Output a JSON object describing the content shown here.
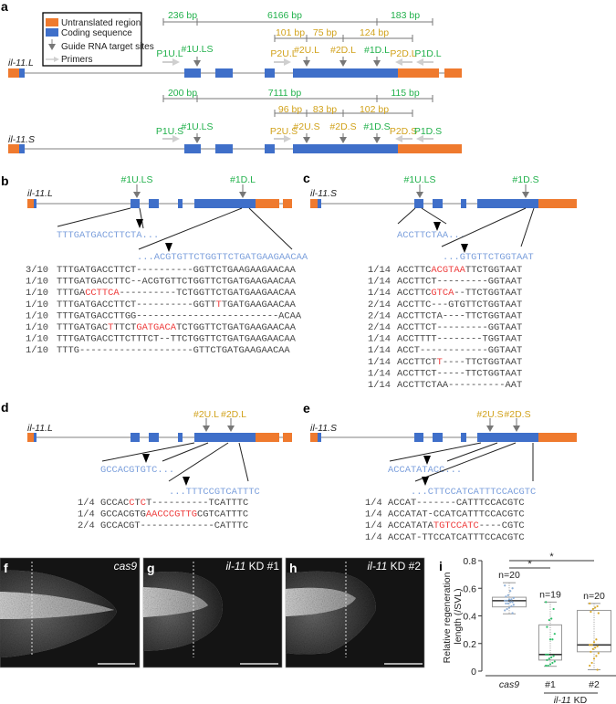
{
  "colors": {
    "utr": "#ef7a2e",
    "cds": "#3f6fc9",
    "guide_green": "#22b14c",
    "guide_gold": "#d1a21c",
    "query_blue": "#7b9fdc",
    "mutation_red": "#ee3b3b",
    "arrow": "#888888",
    "primer": "#cfcfcf"
  },
  "panel_a": {
    "label": "a",
    "legend": {
      "utr": "Untranslated region",
      "cds": "Coding sequence",
      "guide": "Guide RNA target sites",
      "primers": "Primers"
    },
    "L": {
      "gene": "il-11.L",
      "bp_outer": [
        "236 bp",
        "6166 bp",
        "183 bp"
      ],
      "bp_inner": [
        "101 bp",
        "75 bp",
        "124 bp"
      ],
      "sites": [
        "P1U.L",
        "#1U.LS",
        "P2U.L",
        "#2U.L",
        "#2D.L",
        "#1D.L",
        "P2D.L",
        "P1D.L"
      ]
    },
    "S": {
      "gene": "il-11.S",
      "bp_outer": [
        "200 bp",
        "7111 bp",
        "115 bp"
      ],
      "bp_inner": [
        "96 bp",
        "83 bp",
        "102 bp"
      ],
      "sites": [
        "P1U.S",
        "#1U.LS",
        "P2U.S",
        "#2U.S",
        "#2D.S",
        "#1D.S",
        "P2D.S",
        "P1D.S"
      ]
    }
  },
  "panel_b": {
    "label": "b",
    "gene": "il-11.L",
    "guides": [
      "#1U.LS",
      "#1D.L"
    ],
    "query1": "TTTGATGACCTTCTA...",
    "query2": "...ACGTGTTCTGGTTCTGATGAAGAACAA",
    "rows": [
      {
        "count": "3/10",
        "seq": [
          [
            "TTTGATGACCTTCT----------GGTTCTGAAGAAGAACAA",
            0
          ]
        ]
      },
      {
        "count": "1/10",
        "seq": [
          [
            "TTTGATGACCTTC--ACGTGTTCTGGTTCTGATGAAGAACAA",
            0
          ]
        ]
      },
      {
        "count": "1/10",
        "seq": [
          [
            "TTTGA",
            0
          ],
          [
            "CCTTCA",
            1
          ],
          [
            "----------TCTGGTTCTGATGAAGAACAA",
            0
          ]
        ]
      },
      {
        "count": "1/10",
        "seq": [
          [
            "TTTGATGACCTTCT----------GGTT",
            0
          ],
          [
            "T",
            1
          ],
          [
            "TGATGAAGAACAA",
            0
          ]
        ]
      },
      {
        "count": "1/10",
        "seq": [
          [
            "TTTGATGACCTTGG-------------------------ACAA",
            0
          ]
        ]
      },
      {
        "count": "1/10",
        "seq": [
          [
            "TTTGATGAC",
            0
          ],
          [
            "T",
            1
          ],
          [
            "TTCT",
            0
          ],
          [
            "GATGACA",
            1
          ],
          [
            "TCTGGTTCTGATGAAGAACAA",
            0
          ]
        ]
      },
      {
        "count": "1/10",
        "seq": [
          [
            "TTTGATGACCTTCTTTCT--TTCTGGTTCTGATGAAGAACAA",
            0
          ]
        ]
      },
      {
        "count": "1/10",
        "seq": [
          [
            "TTTG--------------------GTTCTGATGAAGAACAA",
            0
          ]
        ]
      }
    ]
  },
  "panel_c": {
    "label": "c",
    "gene": "il-11.S",
    "guides": [
      "#1U.LS",
      "#1D.S"
    ],
    "query1": "ACCTTCTAA...",
    "query2": "...GTGTTCTGGTAAT",
    "rows": [
      {
        "count": "1/14",
        "seq": [
          [
            "ACCTTC",
            0
          ],
          [
            "ACGTAA",
            1
          ],
          [
            "TTCTGGTAAT",
            0
          ]
        ]
      },
      {
        "count": "1/14",
        "seq": [
          [
            "ACCTTCT---------GGTAAT",
            0
          ]
        ]
      },
      {
        "count": "1/14",
        "seq": [
          [
            "ACCTTC",
            0
          ],
          [
            "GTCA",
            1
          ],
          [
            "--TTCTGGTAAT",
            0
          ]
        ]
      },
      {
        "count": "2/14",
        "seq": [
          [
            "ACCTTC---GTGTTCTGGTAAT",
            0
          ]
        ]
      },
      {
        "count": "2/14",
        "seq": [
          [
            "ACCTTCTA----TTCTGGTAAT",
            0
          ]
        ]
      },
      {
        "count": "2/14",
        "seq": [
          [
            "ACCTTCT---------GGTAAT",
            0
          ]
        ]
      },
      {
        "count": "1/14",
        "seq": [
          [
            "ACCTTTT--------TGGTAAT",
            0
          ]
        ]
      },
      {
        "count": "1/14",
        "seq": [
          [
            "ACCT------------GGTAAT",
            0
          ]
        ]
      },
      {
        "count": "1/14",
        "seq": [
          [
            "ACCTTCT",
            0
          ],
          [
            "T",
            1
          ],
          [
            "----TTCTGGTAAT",
            0
          ]
        ]
      },
      {
        "count": "1/14",
        "seq": [
          [
            "ACCTTCT-----TTCTGGTAAT",
            0
          ]
        ]
      },
      {
        "count": "1/14",
        "seq": [
          [
            "ACCTTCTAA----------AAT",
            0
          ]
        ]
      }
    ]
  },
  "panel_d": {
    "label": "d",
    "gene": "il-11.L",
    "guides": [
      "#2U.L",
      "#2D.L"
    ],
    "query1": "GCCACGTGTC...",
    "query2": "...TTTCCGTCATTTC",
    "rows": [
      {
        "count": "1/4",
        "seq": [
          [
            "GCCAC",
            0
          ],
          [
            "C",
            1
          ],
          [
            "T",
            0
          ],
          [
            "C",
            1
          ],
          [
            "T----------TCATTTC",
            0
          ]
        ]
      },
      {
        "count": "1/4",
        "seq": [
          [
            "GCCACGTG",
            0
          ],
          [
            "AACCCGTTG",
            1
          ],
          [
            "CGTCATTTC",
            0
          ]
        ]
      },
      {
        "count": "2/4",
        "seq": [
          [
            "GCCACGT-------------CATTTC",
            0
          ]
        ]
      }
    ]
  },
  "panel_e": {
    "label": "e",
    "gene": "il-11.S",
    "guides": [
      "#2U.S",
      "#2D.S"
    ],
    "query1": "ACCATATACC...",
    "query2": "...CTTCCATCATTTCCACGTC",
    "rows": [
      {
        "count": "1/4",
        "seq": [
          [
            "ACCAT-------CATTTCCACGTC",
            0
          ]
        ]
      },
      {
        "count": "1/4",
        "seq": [
          [
            "ACCATAT-CCATCATTTCCACGTC",
            0
          ]
        ]
      },
      {
        "count": "1/4",
        "seq": [
          [
            "ACCATATA",
            0
          ],
          [
            "TGTCCATC",
            1
          ],
          [
            "----CGTC",
            0
          ]
        ]
      },
      {
        "count": "1/4",
        "seq": [
          [
            "ACCAT-TTCCATCATTTCCACGTC",
            0
          ]
        ]
      }
    ]
  },
  "images": [
    {
      "label": "f",
      "title": "cas9",
      "title_italic": "cas9",
      "title_rest": ""
    },
    {
      "label": "g",
      "title_italic": "il-11",
      "title_rest": " KD #1"
    },
    {
      "label": "h",
      "title_italic": "il-11",
      "title_rest": " KD #2"
    }
  ],
  "chart_data": {
    "type": "box",
    "label": "i",
    "ylabel": [
      "Relative regeneration",
      "length (/SVL)"
    ],
    "ylim": [
      0,
      0.8
    ],
    "yticks": [
      "0",
      "0.2",
      "0.4",
      "0.6",
      "0.8"
    ],
    "ytick_values": [
      0,
      0.2,
      0.4,
      0.6,
      0.8
    ],
    "categories": [
      "cas9",
      "#1",
      "#2"
    ],
    "group_label": {
      "italic": "il-11",
      "rest": " KD"
    },
    "significance": [
      {
        "from": 0,
        "to": 2,
        "mark": "*"
      },
      {
        "from": 0,
        "to": 1,
        "mark": "*"
      }
    ],
    "series": [
      {
        "name": "cas9",
        "n": "n=20",
        "color": "#8fb0d8",
        "min": 0.415,
        "q1": 0.465,
        "median": 0.51,
        "q3": 0.535,
        "max": 0.64,
        "points": [
          0.62,
          0.6,
          0.58,
          0.55,
          0.54,
          0.53,
          0.52,
          0.52,
          0.51,
          0.51,
          0.5,
          0.5,
          0.49,
          0.49,
          0.48,
          0.47,
          0.46,
          0.45,
          0.44,
          0.42
        ]
      },
      {
        "name": "#1",
        "n": "n=19",
        "color": "#2fbf6a",
        "min": 0.035,
        "q1": 0.08,
        "median": 0.12,
        "q3": 0.335,
        "max": 0.5,
        "points": [
          0.5,
          0.45,
          0.38,
          0.37,
          0.32,
          0.27,
          0.23,
          0.23,
          0.12,
          0.12,
          0.11,
          0.1,
          0.09,
          0.08,
          0.07,
          0.06,
          0.05,
          0.04,
          0.04
        ]
      },
      {
        "name": "#2",
        "n": "n=20",
        "color": "#d9a92a",
        "min": 0.01,
        "q1": 0.14,
        "median": 0.19,
        "q3": 0.44,
        "max": 0.49,
        "points": [
          0.49,
          0.47,
          0.46,
          0.45,
          0.43,
          0.42,
          0.23,
          0.21,
          0.19,
          0.19,
          0.18,
          0.17,
          0.16,
          0.14,
          0.13,
          0.11,
          0.09,
          0.06,
          0.04,
          0.01
        ]
      }
    ]
  }
}
